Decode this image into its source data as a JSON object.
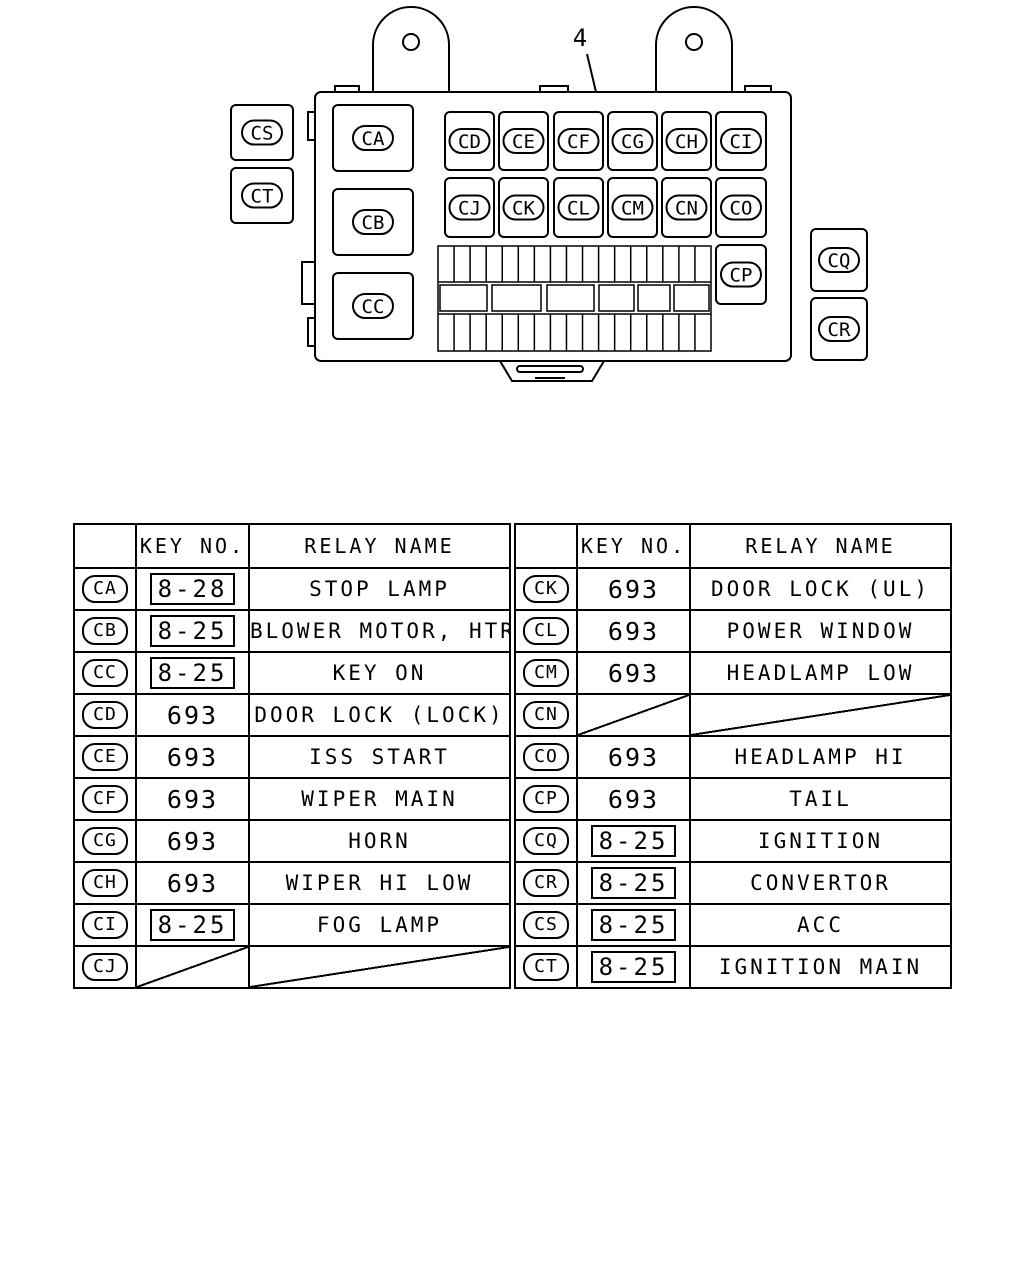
{
  "diagram": {
    "callout": "4",
    "relays": [
      "CA",
      "CB",
      "CC",
      "CD",
      "CE",
      "CF",
      "CG",
      "CH",
      "CI",
      "CJ",
      "CK",
      "CL",
      "CM",
      "CN",
      "CO",
      "CP",
      "CQ",
      "CR",
      "CS",
      "CT"
    ]
  },
  "table": {
    "headers": {
      "key": "KEY NO.",
      "name": "RELAY NAME"
    },
    "left": [
      {
        "code": "CA",
        "key": "8-28",
        "name": "STOP LAMP",
        "boxed": true
      },
      {
        "code": "CB",
        "key": "8-25",
        "name": "BLOWER MOTOR, HTR",
        "boxed": true
      },
      {
        "code": "CC",
        "key": "8-25",
        "name": "KEY ON",
        "boxed": true
      },
      {
        "code": "CD",
        "key": "693",
        "name": "DOOR LOCK (LOCK)"
      },
      {
        "code": "CE",
        "key": "693",
        "name": "ISS START"
      },
      {
        "code": "CF",
        "key": "693",
        "name": "WIPER MAIN"
      },
      {
        "code": "CG",
        "key": "693",
        "name": "HORN"
      },
      {
        "code": "CH",
        "key": "693",
        "name": "WIPER HI LOW"
      },
      {
        "code": "CI",
        "key": "8-25",
        "name": "FOG LAMP",
        "boxed": true
      },
      {
        "code": "CJ",
        "key": "",
        "name": "",
        "empty": true
      }
    ],
    "right": [
      {
        "code": "CK",
        "key": "693",
        "name": "DOOR LOCK (UL)"
      },
      {
        "code": "CL",
        "key": "693",
        "name": "POWER WINDOW"
      },
      {
        "code": "CM",
        "key": "693",
        "name": "HEADLAMP LOW"
      },
      {
        "code": "CN",
        "key": "",
        "name": "",
        "empty": true
      },
      {
        "code": "CO",
        "key": "693",
        "name": "HEADLAMP HI"
      },
      {
        "code": "CP",
        "key": "693",
        "name": "TAIL"
      },
      {
        "code": "CQ",
        "key": "8-25",
        "name": "IGNITION",
        "boxed": true
      },
      {
        "code": "CR",
        "key": "8-25",
        "name": "CONVERTOR",
        "boxed": true
      },
      {
        "code": "CS",
        "key": "8-25",
        "name": "ACC",
        "boxed": true
      },
      {
        "code": "CT",
        "key": "8-25",
        "name": "IGNITION MAIN",
        "boxed": true
      }
    ]
  }
}
